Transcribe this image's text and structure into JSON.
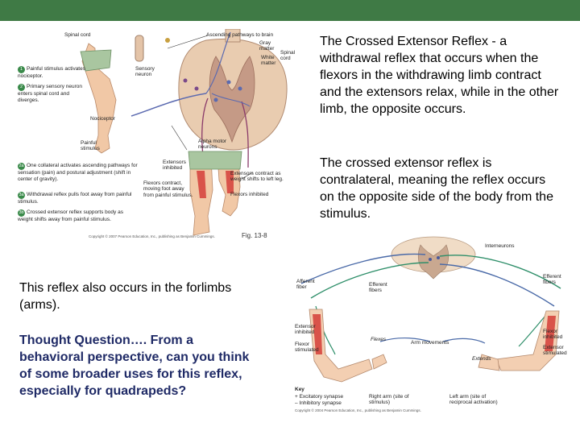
{
  "slide": {
    "header_color": "#3f7a45",
    "paragraph_1": "The Crossed Extensor Reflex - a withdrawal reflex that occurs when the flexors in the withdrawing limb contract and the extensors relax, while in the other limb, the opposite occurs.",
    "paragraph_2": "The crossed extensor reflex is contralateral, meaning the reflex occurs on the opposite side of the body from the stimulus.",
    "paragraph_3": "This reflex also occurs in the forlimbs (arms).",
    "question": "Thought Question…. From a behavioral perspective, can you think of some broader uses for this reflex, especially for quadrapeds?"
  },
  "figure1": {
    "labels": {
      "spinal_cord": "Spinal cord",
      "ascending": "Ascending pathways to brain",
      "gray_matter": "Gray matter",
      "white_matter": "White matter",
      "spinal_cord_right": "Spinal cord",
      "sensory_neuron": "Sensory neuron",
      "nociceptor": "Nociceptor",
      "painful_stimulus": "Painful stimulus",
      "alpha_motor": "Alpha motor neurons",
      "extensors_inhibited": "Extensors inhibited",
      "flexors_contract": "Flexors contract, moving foot away from painful stimulus.",
      "extensors_contract": "Extensors contract as weight shifts to left leg.",
      "flexors_inhibited": "Flexors inhibited",
      "copyright": "Copyright © 2007 Pearson Education, Inc., publishing as Benjamin Cummings.",
      "fig_number": "Fig. 13-8"
    },
    "steps": [
      {
        "num": "1",
        "text": "Painful stimulus activates nociceptor."
      },
      {
        "num": "2",
        "text": "Primary sensory neuron enters spinal cord and diverges."
      },
      {
        "num": "2a",
        "text": "One collateral activates ascending pathways for sensation (pain) and postural adjustment (shift in center of gravity)."
      },
      {
        "num": "3a",
        "text": "Withdrawal reflex pulls foot away from painful stimulus."
      },
      {
        "num": "3b",
        "text": "Crossed extensor reflex supports body as weight shifts away from painful stimulus."
      }
    ]
  },
  "figure2": {
    "labels": {
      "interneurons": "Interneurons",
      "afferent_fiber": "Afferent fiber",
      "efferent_fibers_left": "Efferent fibers",
      "efferent_fibers_right": "Efferent fibers",
      "extensor_inhibited": "Extensor inhibited",
      "flexor_stimulated": "Flexor stimulated",
      "flexor_inhibited": "Flexor inhibited",
      "extensor_stimulated": "Extensor stimulated",
      "arm_movements": "Arm movements",
      "flexes": "Flexes",
      "extends": "Extends",
      "key": "Key",
      "excitatory": "+ Excitatory synapse",
      "inhibitory": "– Inhibitory synapse",
      "right_arm": "Right arm (site of stimulus)",
      "left_arm": "Left arm (site of reciprocal activation)",
      "copyright": "Copyright © 2004 Pearson Education, Inc., publishing as Benjamin Cummings."
    }
  }
}
